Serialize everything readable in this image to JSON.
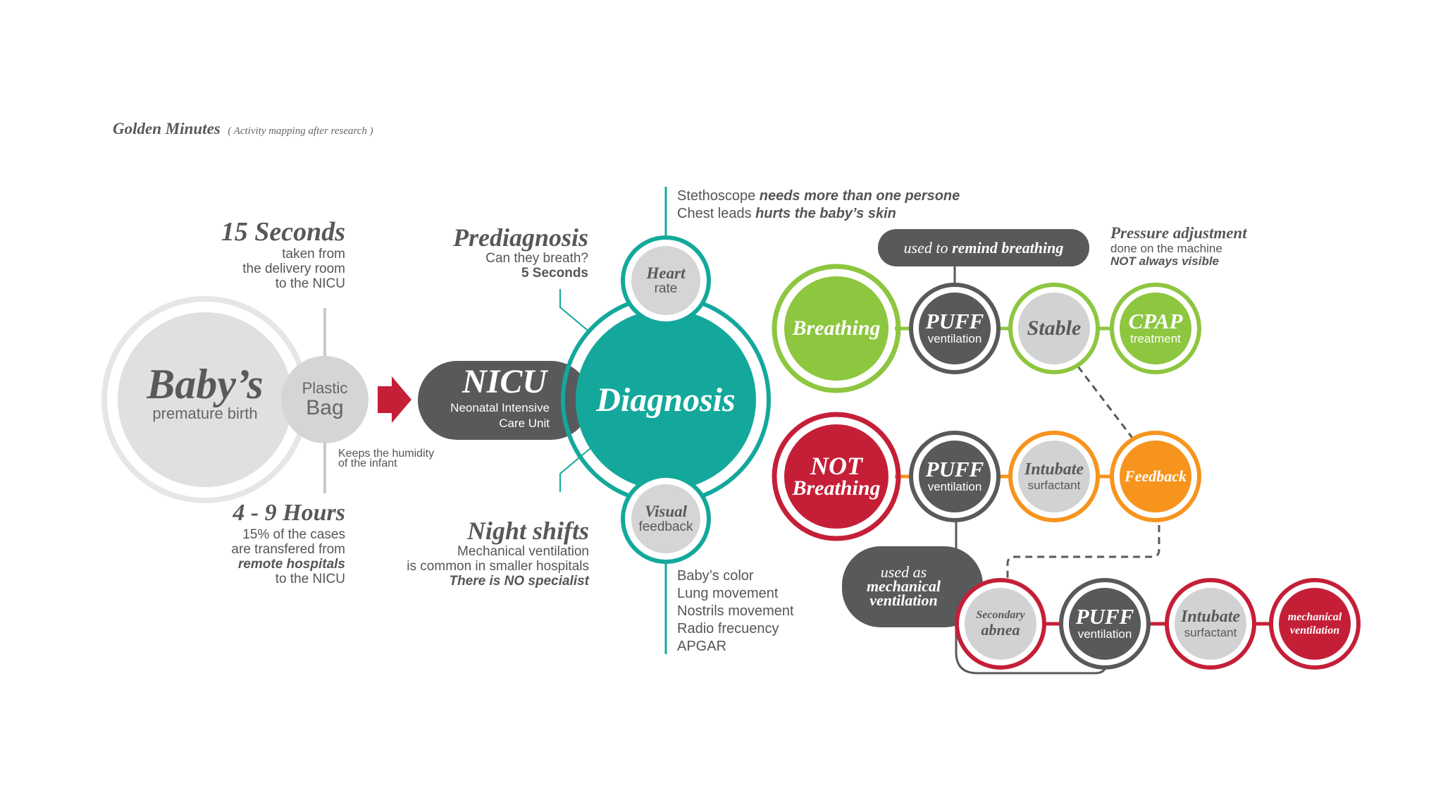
{
  "header": {
    "title": "Golden Minutes",
    "subtitle": "( Activity mapping after research )"
  },
  "baby": {
    "title": "Baby’s",
    "subtitle": "premature birth"
  },
  "plastic_bag": {
    "line1": "Plastic",
    "line2": "Bag",
    "note_line1": "Keeps the humidity",
    "note_line2": "of the infant"
  },
  "fifteen_seconds": {
    "title": "15 Seconds",
    "line1": "taken from",
    "line2": "the delivery room",
    "line3": "to the NICU"
  },
  "hours": {
    "title": "4 - 9 Hours",
    "line1": "15% of the cases",
    "line2": "are transfered from",
    "line3": "remote hospitals",
    "line4": "to the NICU"
  },
  "nicu": {
    "title": "NICU",
    "line1": "Neonatal Intensive",
    "line2": "Care Unit"
  },
  "prediagnosis": {
    "title": "Prediagnosis",
    "line1": "Can they breath?",
    "line2": "5 Seconds"
  },
  "night_shifts": {
    "title": "Night shifts",
    "line1": "Mechanical ventilation",
    "line2": "is common in smaller hospitals",
    "line3": "There is NO specialist"
  },
  "diagnosis": {
    "title": "Diagnosis"
  },
  "heart_rate": {
    "line1": "Heart",
    "line2": "rate"
  },
  "visual_feedback": {
    "line1": "Visual",
    "line2": "feedback"
  },
  "stethoscope": {
    "line1_plain": "Stethoscope ",
    "line1_bold": "needs more than one persone",
    "line2_plain": "Chest leads ",
    "line2_bold": "hurts the baby’s skin"
  },
  "visual_list": [
    "Baby’s color",
    "Lung movement",
    "Nostrils movement",
    "Radio frecuency",
    "APGAR"
  ],
  "remind": {
    "plain": "used to ",
    "bold": "remind breathing"
  },
  "pressure": {
    "title": "Pressure adjustment",
    "line1": "done on the machine",
    "line2": "NOT always visible"
  },
  "breathing": {
    "label": "Breathing"
  },
  "puff1": {
    "title": "PUFF",
    "sub": "ventilation"
  },
  "stable": {
    "label": "Stable"
  },
  "cpap": {
    "title": "CPAP",
    "sub": "treatment"
  },
  "not_breathing": {
    "line1": "NOT",
    "line2": "Breathing"
  },
  "puff2": {
    "title": "PUFF",
    "sub": "ventilation"
  },
  "intubate1": {
    "title": "Intubate",
    "sub": "surfactant"
  },
  "feedback": {
    "label": "Feedback"
  },
  "mech_label": {
    "line1": "used as",
    "line2": "mechanical",
    "line3": "ventilation"
  },
  "secondary": {
    "line1": "Secondary",
    "line2": "abnea"
  },
  "puff3": {
    "title": "PUFF",
    "sub": "ventilation"
  },
  "intubate2": {
    "title": "Intubate",
    "sub": "surfactant"
  },
  "mech_vent": {
    "line1": "mechanical",
    "line2": "ventilation"
  },
  "colors": {
    "teal": "#14a89c",
    "green": "#8dc63f",
    "red": "#c51f38",
    "orange": "#f7941d",
    "dark": "#58595b",
    "light": "#d1d2d4",
    "arrow": "#c51f38"
  }
}
